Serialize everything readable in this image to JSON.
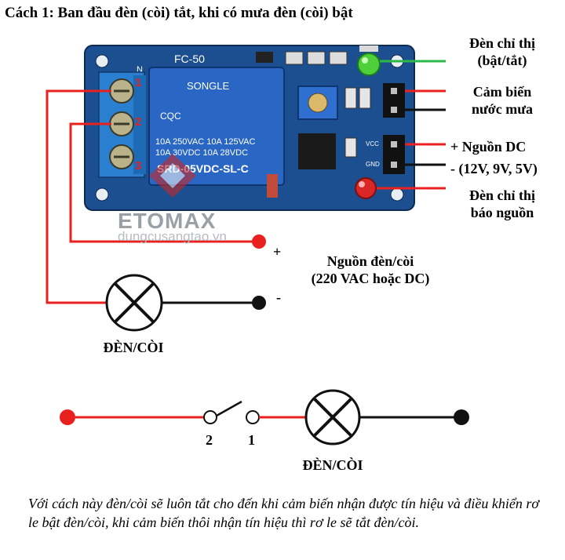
{
  "title": "Cách 1: Ban đầu đèn (còi) tắt, khi có mưa đèn (còi) bật",
  "labels": {
    "indicator_line1": "Đèn chỉ thị",
    "indicator_line2": "(bật/tắt)",
    "sensor_line1": "Cảm biến",
    "sensor_line2": "nước mưa",
    "dc_line1": "+  Nguồn DC",
    "dc_line2": "- (12V, 9V, 5V)",
    "power_led_line1": "Đèn chỉ thị",
    "power_led_line2": "báo nguồn",
    "lamp_power_line1": "Nguồn đèn/còi",
    "lamp_power_line2": "(220 VAC hoặc DC)",
    "plus": "+",
    "minus": "-",
    "lamp_label_top": "ĐÈN/CÒI",
    "lamp_label_bottom": "ĐÈN/CÒI",
    "switch_num_2": "2",
    "switch_num_1": "1"
  },
  "board": {
    "model": "FC-50",
    "relay_brand": "SONGLE",
    "relay_spec1": "10A 250VAC  10A 125VAC",
    "relay_spec2": "10A 30VDC  10A 28VDC",
    "relay_model": "SRD-05VDC-SL-C",
    "relay_cert": "CQC",
    "terminal_nums": [
      "1",
      "2",
      "3"
    ],
    "pin_vcc": "VCC",
    "pin_gnd": "GND",
    "pin_n": "N"
  },
  "watermark": {
    "brand": "ETOMAX",
    "site": "dungcusangtao.vn"
  },
  "note": "Với cách này đèn/còi sẽ luôn tắt cho đến khi cảm biến nhận được tín hiệu và điều khiển rơ le bật đèn/còi, khi cảm biến thôi nhận tín hiệu thì rơ le sẽ tắt đèn/còi.",
  "colors": {
    "wire_red": "#e8201e",
    "wire_black": "#111111",
    "wire_green": "#2db84a",
    "pcb_blue": "#1c4f8f",
    "relay_blue": "#2a66c4",
    "terminal_blue": "#2b7fd0"
  }
}
